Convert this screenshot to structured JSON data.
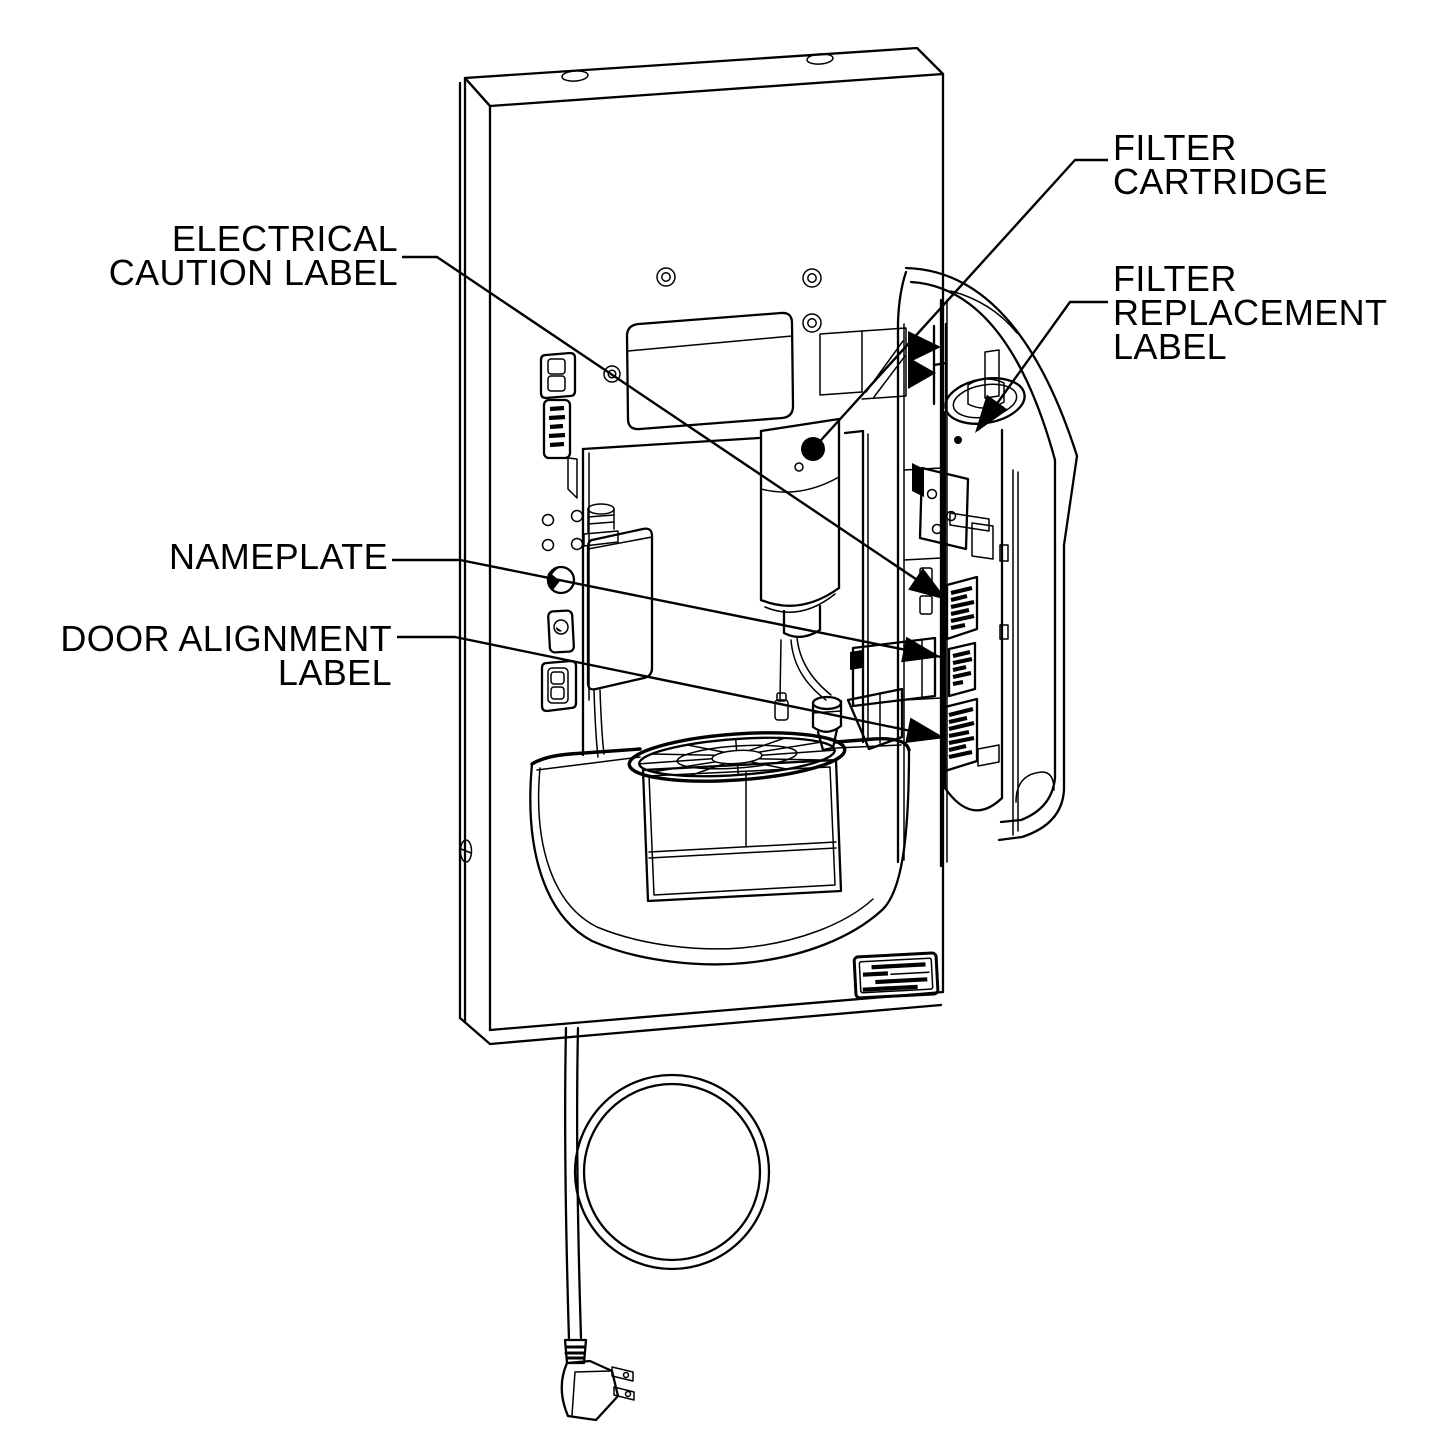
{
  "figure": {
    "background_color": "#ffffff",
    "line_color": "#000000",
    "kind": "technical line drawing of wall-mounted water chiller with open filter door"
  },
  "callouts": {
    "filter_cartridge": {
      "lines": [
        "FILTER",
        "CARTRIDGE"
      ],
      "target": "filter-cartridge"
    },
    "filter_replacement_label": {
      "lines": [
        "FILTER",
        "REPLACEMENT",
        "LABEL"
      ],
      "target": "filter-replacement-label"
    },
    "electrical_caution_label": {
      "lines": [
        "ELECTRICAL",
        "CAUTION LABEL"
      ],
      "target": "electrical-caution-label"
    },
    "nameplate": {
      "lines": [
        "NAMEPLATE"
      ],
      "target": "nameplate-label"
    },
    "door_alignment_label": {
      "lines": [
        "DOOR ALIGNMENT",
        "LABEL"
      ],
      "target": "door-alignment-label"
    }
  },
  "illegible_microtext": [
    "fuse-rating-label",
    "door-label-panel-stickers",
    "unit-info-label"
  ]
}
